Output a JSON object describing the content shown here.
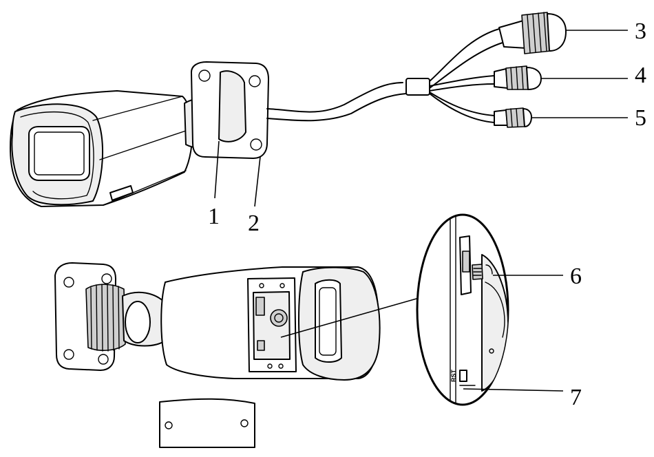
{
  "callouts": [
    {
      "id": "1",
      "text": "1"
    },
    {
      "id": "2",
      "text": "2"
    },
    {
      "id": "3",
      "text": "3"
    },
    {
      "id": "4",
      "text": "4"
    },
    {
      "id": "5",
      "text": "5"
    },
    {
      "id": "6",
      "text": "6"
    },
    {
      "id": "7",
      "text": "7"
    }
  ],
  "inset": {
    "rst_label": "RST"
  }
}
